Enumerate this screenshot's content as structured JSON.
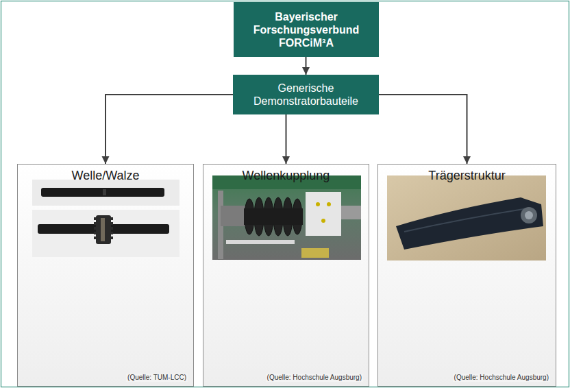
{
  "diagram": {
    "nodes": [
      {
        "text": [
          "Bayerischer Forschungsverbund FORCiM³A"
        ]
      },
      {
        "text": [
          "Generische Demonstratorbauteile"
        ]
      },
      {
        "text": [
          "Welle/Walze",
          "(Quelle: TUM-LCC)"
        ]
      },
      {
        "text": [
          "Wellenkupplung",
          "(Quelle: Hochschule Augsburg)"
        ]
      },
      {
        "text": [
          "Trägerstruktur",
          "(Quelle: Hochschule Augsburg)"
        ]
      }
    ],
    "edges": [
      {
        "from": 0,
        "to": 1,
        "arrow": "to"
      },
      {
        "from": 1,
        "to": 2,
        "arrow": "to"
      },
      {
        "from": 1,
        "to": 3,
        "arrow": "to"
      },
      {
        "from": 1,
        "to": 4,
        "arrow": "to"
      }
    ]
  }
}
